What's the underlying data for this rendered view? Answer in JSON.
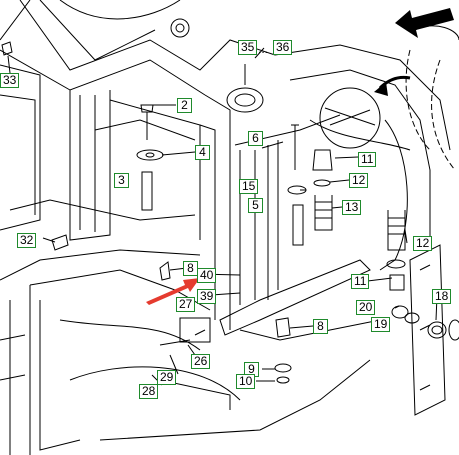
{
  "diagram": {
    "callouts": {
      "c33": "33",
      "c32": "32",
      "c35": "35",
      "c36": "36",
      "c2": "2",
      "c4": "4",
      "c3": "3",
      "c6": "6",
      "c15": "15",
      "c5": "5",
      "c11a": "11",
      "c12a": "12",
      "c13": "13",
      "c8a": "8",
      "c40": "40",
      "c39": "39",
      "c27": "27",
      "c26": "26",
      "c29": "29",
      "c28": "28",
      "c8b": "8",
      "c9": "9",
      "c10": "10",
      "c12b": "12",
      "c11b": "11",
      "c20": "20",
      "c19": "19",
      "c18": "18"
    },
    "ellipsis": "...",
    "colors": {
      "callout_border": "#1f8a2c",
      "arrow": "#e53b2f",
      "line": "#000000"
    }
  }
}
